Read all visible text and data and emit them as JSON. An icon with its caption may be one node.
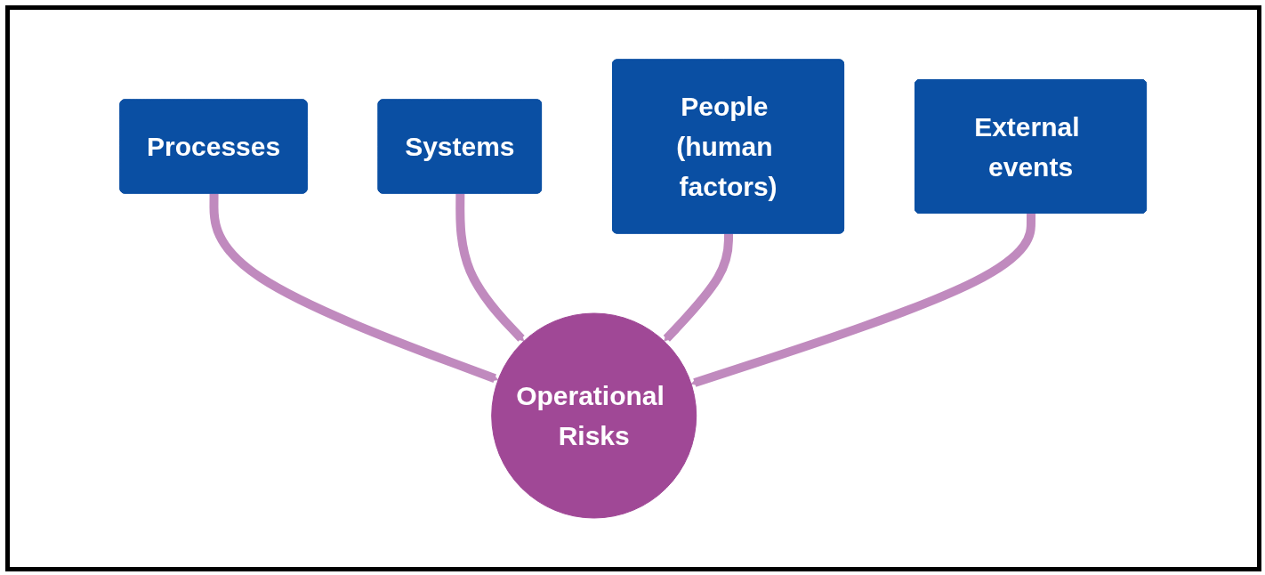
{
  "diagram": {
    "nodes": [
      {
        "text": [
          "Processes"
        ]
      },
      {
        "text": [
          "Systems"
        ]
      },
      {
        "text": [
          "People (human factors)"
        ]
      },
      {
        "text": [
          "Operational Risks"
        ]
      },
      {
        "text": [
          "External events"
        ]
      }
    ],
    "edges": [
      {
        "from": 0,
        "to": 3,
        "arrow": "to"
      },
      {
        "from": 1,
        "to": 3,
        "arrow": "to"
      },
      {
        "from": 2,
        "to": 3,
        "arrow": "to"
      },
      {
        "from": 4,
        "to": 3,
        "arrow": "to"
      }
    ]
  }
}
